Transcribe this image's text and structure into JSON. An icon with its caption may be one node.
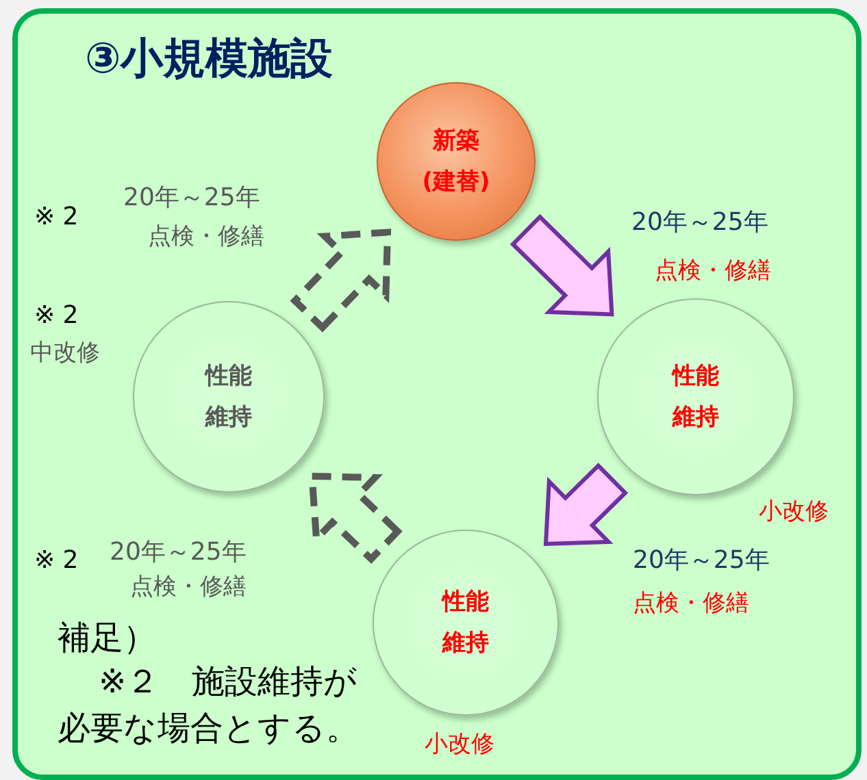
{
  "diagram": {
    "title": "③小規模施設",
    "nodes": [
      {
        "text": [
          "新築(建替)"
        ]
      },
      {
        "text": [
          "性能維持"
        ],
        "beside": [
          "小改修"
        ]
      },
      {
        "text": [
          "性能維持"
        ],
        "beside": [
          "小改修"
        ]
      },
      {
        "text": [
          "性能維持"
        ]
      }
    ],
    "edges": [
      {
        "from": 0,
        "to": 1,
        "arrow": "to",
        "label": "20年～25年"
      },
      {
        "from": 1,
        "to": 2,
        "arrow": "to",
        "label": "20年～25年"
      },
      {
        "from": 2,
        "to": 3,
        "arrow": "to",
        "label": "20年～25年",
        "style": "dashed",
        "color": "#595959"
      },
      {
        "from": 3,
        "to": 0,
        "arrow": "to",
        "label": "20年～25年",
        "style": "dashed",
        "color": "#595959"
      }
    ],
    "labels": [
      "※ 2",
      "点検・修繕",
      "※ 2",
      "中改修",
      "点検・修繕",
      "点検・修繕",
      "※ 2",
      "点検・修繕",
      "補足）",
      "※２　施設維持が必要な場合とする。"
    ]
  }
}
